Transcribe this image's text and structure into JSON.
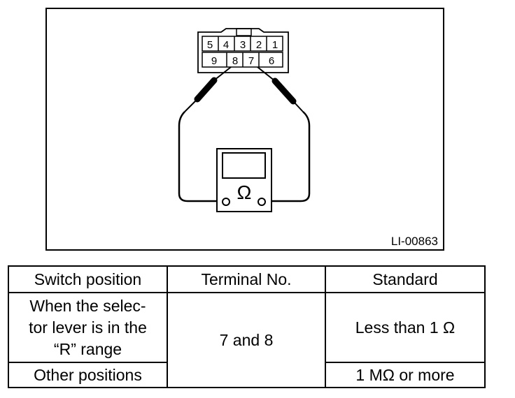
{
  "diagram": {
    "figure_id": "LI-00863",
    "connector": {
      "top_row": [
        "5",
        "4",
        "3",
        "2",
        "1"
      ],
      "bottom_row": [
        "9",
        "8",
        "7",
        "6"
      ]
    },
    "meter_symbol": "Ω"
  },
  "table": {
    "headers": {
      "switch_position": "Switch position",
      "terminal_no": "Terminal No.",
      "standard": "Standard"
    },
    "rows": [
      {
        "switch_position": "When the selec-\ntor lever is in the\n“R” range",
        "terminal_no": "7 and 8",
        "standard": "Less than 1 Ω"
      },
      {
        "switch_position": "Other positions",
        "standard": "1 MΩ or more"
      }
    ]
  }
}
